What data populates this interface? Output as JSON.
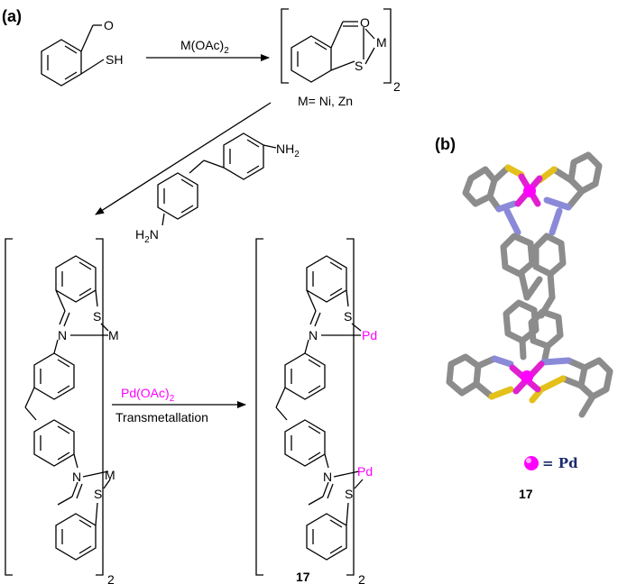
{
  "panel_a_label": "(a)",
  "panel_b_label": "(b)",
  "reagent_top": "M(OAc)",
  "reagent_top_sub": "2",
  "metal_note": "M= Ni, Zn",
  "bracket_sub": "2",
  "reagent_bottom": "Pd(OAc)",
  "reagent_bottom_sub": "2",
  "step_bottom": "Transmetallation",
  "compound_number": "17",
  "legend_text": "= Pd",
  "atoms": {
    "O": "O",
    "S": "S",
    "N": "N",
    "M": "M",
    "Pd": "Pd",
    "H": "H",
    "SH": "SH",
    "NH": "NH",
    "two": "2"
  },
  "colors": {
    "palladium": "#ff00ff",
    "sulfur": "#e3c11a",
    "nitrogen": "#8a8ad8",
    "carbon": "#8c8c8c",
    "legend_text": "#1a2a6c"
  }
}
